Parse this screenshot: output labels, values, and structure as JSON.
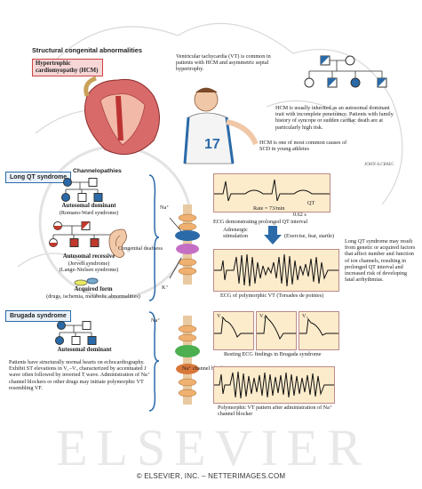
{
  "title": "Structural congenital abnormalities",
  "hcm_label": "Hypertrophic cardiomyopathy (HCM)",
  "vt_text": "Ventricular tachycardia (VT) is common in patients with HCM and asymmetric septal hypertrophy.",
  "hcm_inherited_text": "HCM is usually inherited as an autosomal dominant trait with incomplete penetrance. Patients with family history of syncope or sudden cardiac death are at particularly high risk.",
  "hcm_athletes_text": "HCM is one of most common causes of SCD in young athletes",
  "artist_signature": "JOHN A.CRAIG",
  "long_qt": {
    "label": "Long QT syndrome",
    "channelopathies": "Channelopathies",
    "ad_title": "Autosomal dominant",
    "ad_sub": "(Romano-Ward syndrome)",
    "ar_title": "Autosomal recessive",
    "ar_sub1": "(Jervell syndrome)",
    "ar_sub2": "(Lange-Nielsen syndrome)",
    "deafness": "Congenital deafness",
    "acquired_title": "Acquired form",
    "acquired_sub": "(drugs, ischemia, metabolic abnormalities)",
    "na": "Na⁺",
    "k": "K⁺",
    "ecg1_rate": "Rate = 73/min",
    "ecg1_qt": "QT",
    "ecg1_time": "0.62 s",
    "ecg1_caption": "ECG demonstrating prolonged QT interval",
    "adrenergic": "Adrenergic stimulation",
    "exercise": "(Exercise, fear, startle)",
    "ecg2_caption": "ECG of polymorphic VT (Torsades de pointes)",
    "side_text": "Long QT syndrome may result from genetic or acquired factors that affect number and function of ion channels, resulting in prolonged QT interval and increased risk of developing fatal arrhythmias."
  },
  "brugada": {
    "label": "Brugada syndrome",
    "ad_title": "Autosomal dominant",
    "desc": "Patients have structurally normal hearts on echocardiography. Exhibit ST elevations in V₁–V₃ characterized by accentuated J wave often followed by inverted T wave. Administration of Na⁺ channel blockers or other drugs may initiate polymorphic VT resembling VF.",
    "na": "Na⁺",
    "leads": [
      "V₁",
      "V₂",
      "V₃"
    ],
    "ecg_caption": "Resting ECG findings in Brugada syndrome",
    "blocker": "Na⁺ channel blocker",
    "ecg_vt_caption": "Polymorphic VT pattern after administration of Na⁺ channel blocker"
  },
  "watermark": "ELSEVIER",
  "footer": "© ELSEVIER, INC. – NETTERIMAGES.COM",
  "colors": {
    "accent": "#2a6aa8",
    "pink": "#f6d6d6",
    "ecg_bg": "#fdeccc",
    "affected": "#c0392b",
    "affected_blue": "#2a6aa8"
  }
}
